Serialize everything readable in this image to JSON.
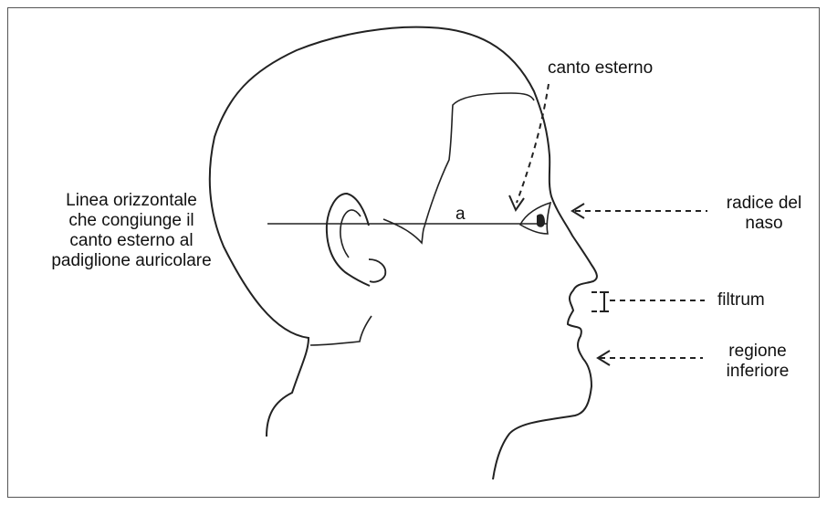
{
  "labels": {
    "canto_esterno": "canto esterno",
    "linea_orizzontale": "Linea orizzontale\nche congiunge il\ncanto esterno al\npadiglione auricolare",
    "a": "a",
    "radice_del_naso": "radice del\nnaso",
    "filtrum": "filtrum",
    "regione_inferiore": "regione\ninferiore"
  },
  "colors": {
    "line": "#222222",
    "text": "#111111",
    "frame": "#555555"
  }
}
